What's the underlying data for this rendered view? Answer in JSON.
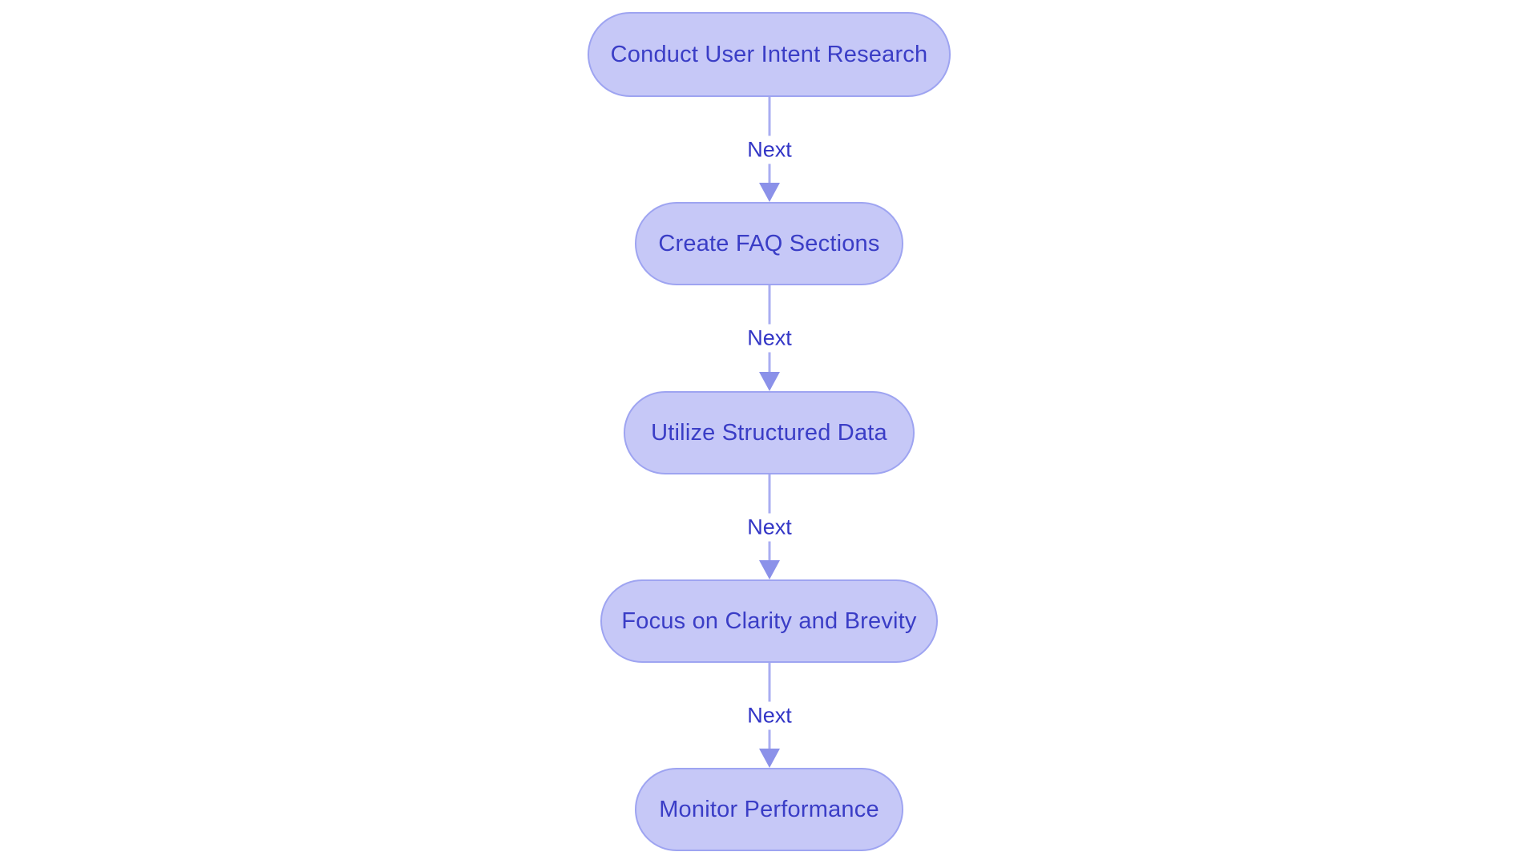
{
  "diagram": {
    "type": "flowchart",
    "direction": "top-down",
    "colors": {
      "background": "#ffffff",
      "node_fill": "#c6c8f7",
      "node_border": "#9ea4f1",
      "node_text": "#3a3dc6",
      "edge_line": "#a9adf2",
      "arrowhead": "#8b91e9",
      "edge_label_text": "#3336c6"
    },
    "nodes": [
      {
        "label": "Conduct User Intent Research"
      },
      {
        "label": "Create FAQ Sections"
      },
      {
        "label": "Utilize Structured Data"
      },
      {
        "label": "Focus on Clarity and Brevity"
      },
      {
        "label": "Monitor Performance"
      }
    ],
    "edges": [
      {
        "from": 0,
        "to": 1,
        "label": "Next"
      },
      {
        "from": 1,
        "to": 2,
        "label": "Next"
      },
      {
        "from": 2,
        "to": 3,
        "label": "Next"
      },
      {
        "from": 3,
        "to": 4,
        "label": "Next"
      }
    ]
  }
}
